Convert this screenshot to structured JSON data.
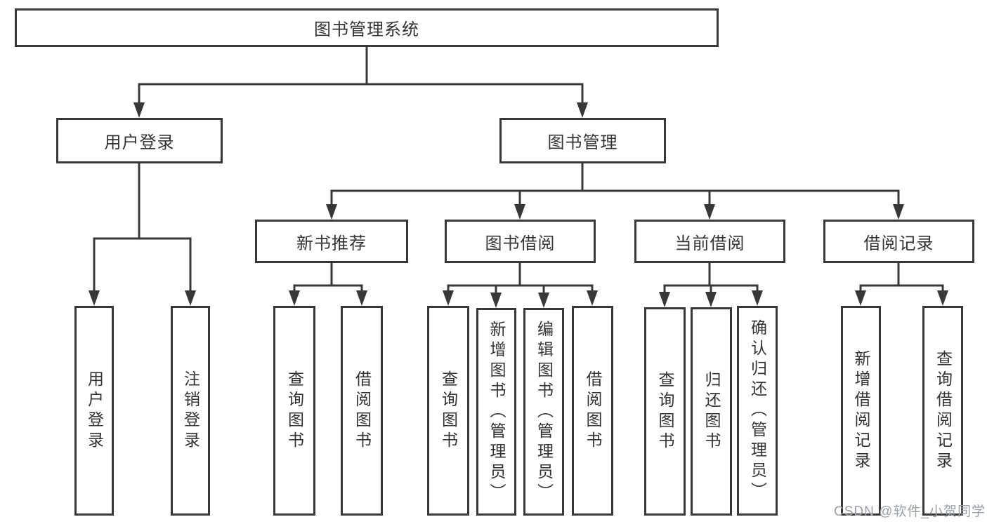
{
  "diagram": {
    "root_label": "图书管理系统",
    "branches": [
      {
        "label": "用户登录",
        "children": [
          {
            "label": "用户登录"
          },
          {
            "label": "注销登录"
          }
        ]
      },
      {
        "label": "图书管理",
        "children": [
          {
            "label": "新书推荐",
            "children": [
              {
                "label": "查询图书"
              },
              {
                "label": "借阅图书"
              }
            ]
          },
          {
            "label": "图书借阅",
            "children": [
              {
                "label": "查询图书"
              },
              {
                "label": "新增图书（管理员）"
              },
              {
                "label": "编辑图书（管理员）"
              },
              {
                "label": "借阅图书"
              }
            ]
          },
          {
            "label": "当前借阅",
            "children": [
              {
                "label": "查询图书"
              },
              {
                "label": "归还图书"
              },
              {
                "label": "确认归还（管理员）"
              }
            ]
          },
          {
            "label": "借阅记录",
            "children": [
              {
                "label": "新增借阅记录"
              },
              {
                "label": "查询借阅记录"
              }
            ]
          }
        ]
      }
    ],
    "watermark": "CSDN @软件_小贺同学",
    "colors": {
      "line": "#383838",
      "box_border": "#383838",
      "text": "#333333",
      "watermark": "#9aa0a6",
      "background": "#ffffff"
    }
  }
}
